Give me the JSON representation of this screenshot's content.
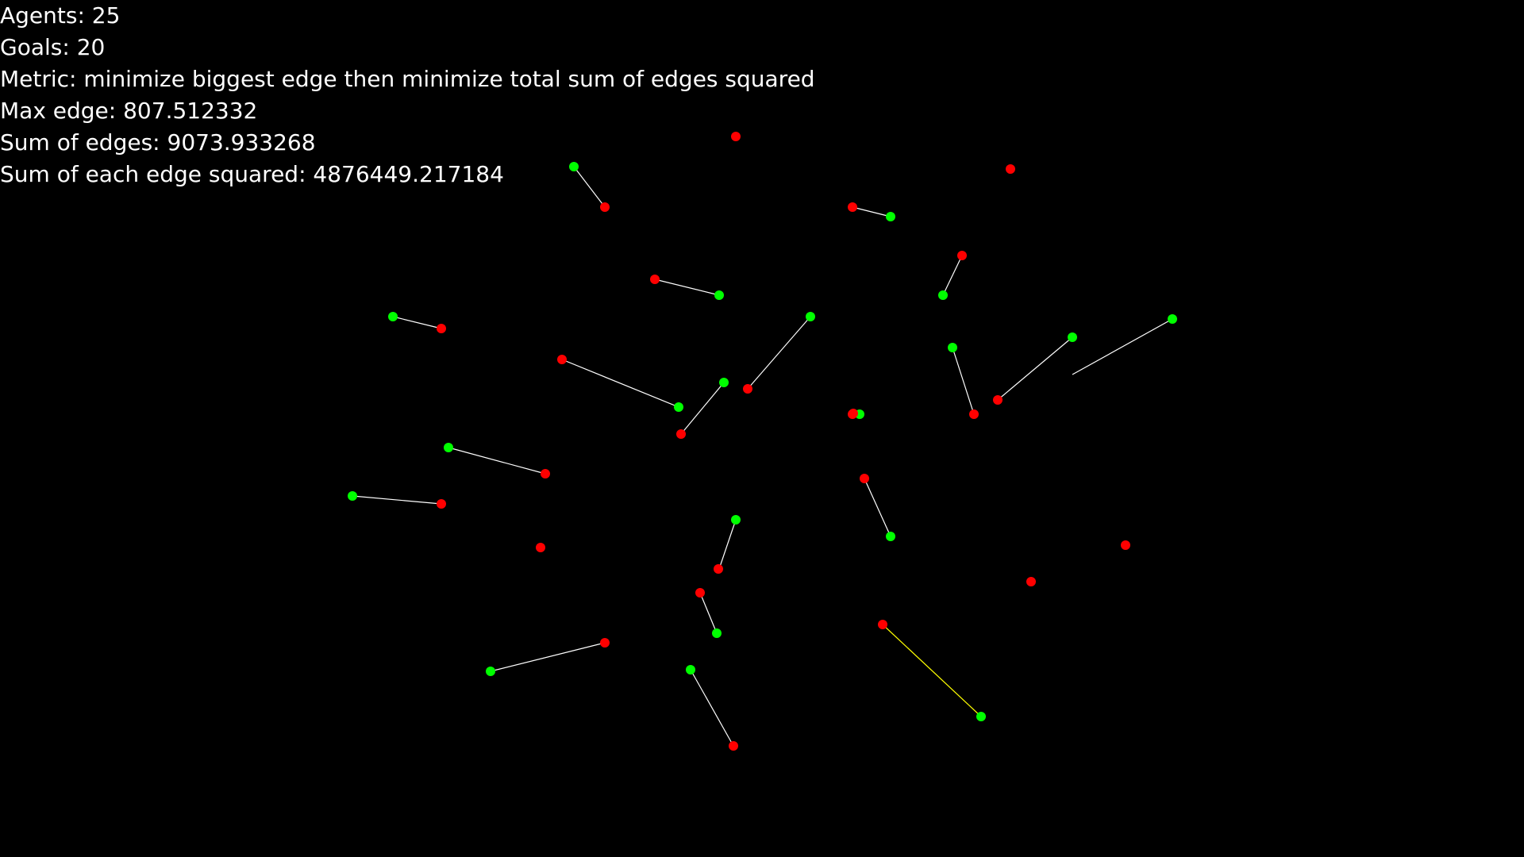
{
  "stats": {
    "agents": "Agents: 25",
    "goals": "Goals: 20",
    "metric": "Metric: minimize biggest edge then minimize total sum of edges squared",
    "max_edge": "Max edge: 807.512332",
    "sum_edges": "Sum of edges: 9073.933268",
    "sum_squared": "Sum of each edge squared: 4876449.217184"
  },
  "colors": {
    "background": "#000000",
    "text": "#ffffff",
    "agent": "#ff0000",
    "goal": "#00ff00",
    "edge": "#ffffff",
    "max_edge": "#ffff00"
  }
}
